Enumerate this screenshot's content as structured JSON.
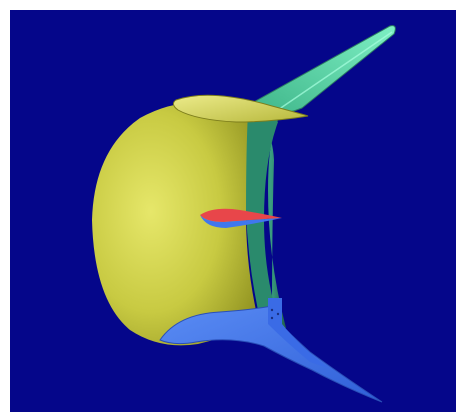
{
  "viewport": {
    "background": "#05068a"
  },
  "model": {
    "parts": [
      {
        "name": "nacelle-outer-surface",
        "color": "#cfd14a"
      },
      {
        "name": "nacelle-inner-surface",
        "color": "#2f8f72"
      },
      {
        "name": "pylon-wing",
        "color": "#57d6a8"
      },
      {
        "name": "top-lip-section",
        "color": "#d8d86a"
      },
      {
        "name": "center-airfoil-upper",
        "color": "#e8464a"
      },
      {
        "name": "center-airfoil-lower",
        "color": "#3f77ee"
      },
      {
        "name": "bottom-fin",
        "color": "#4a7ff0"
      }
    ]
  }
}
